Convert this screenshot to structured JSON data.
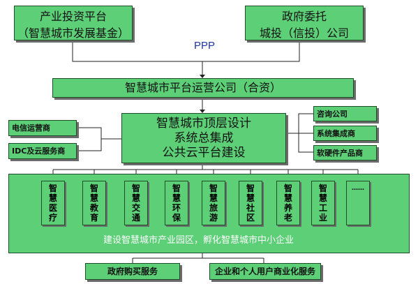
{
  "top_left": {
    "line1": "产业投资平台",
    "line2": "（智慧城市发展基金）"
  },
  "top_right": {
    "line1": "政府委托",
    "line2": "城投（信投）公司"
  },
  "ppp_label": "PPP",
  "operator": "智慧城市平台运营公司（合资）",
  "center": {
    "line1": "智慧城市顶层设计",
    "line2": "系统总集成",
    "line3": "公共云平台建设"
  },
  "left_partners": [
    "电信运营商",
    "IDC及云服务商"
  ],
  "right_partners": [
    "咨询公司",
    "系统集成商",
    "软硬件产品商"
  ],
  "sectors": [
    "智慧医疗",
    "智慧教育",
    "智慧交通",
    "智慧环保",
    "智慧旅游",
    "智慧社区",
    "智慧养老",
    "智慧工业",
    "……"
  ],
  "park_caption": "建设智慧城市产业园区，孵化智慧城市中小企业",
  "bottom": [
    "政府购买服务",
    "企业和个人用户商业化服务"
  ]
}
